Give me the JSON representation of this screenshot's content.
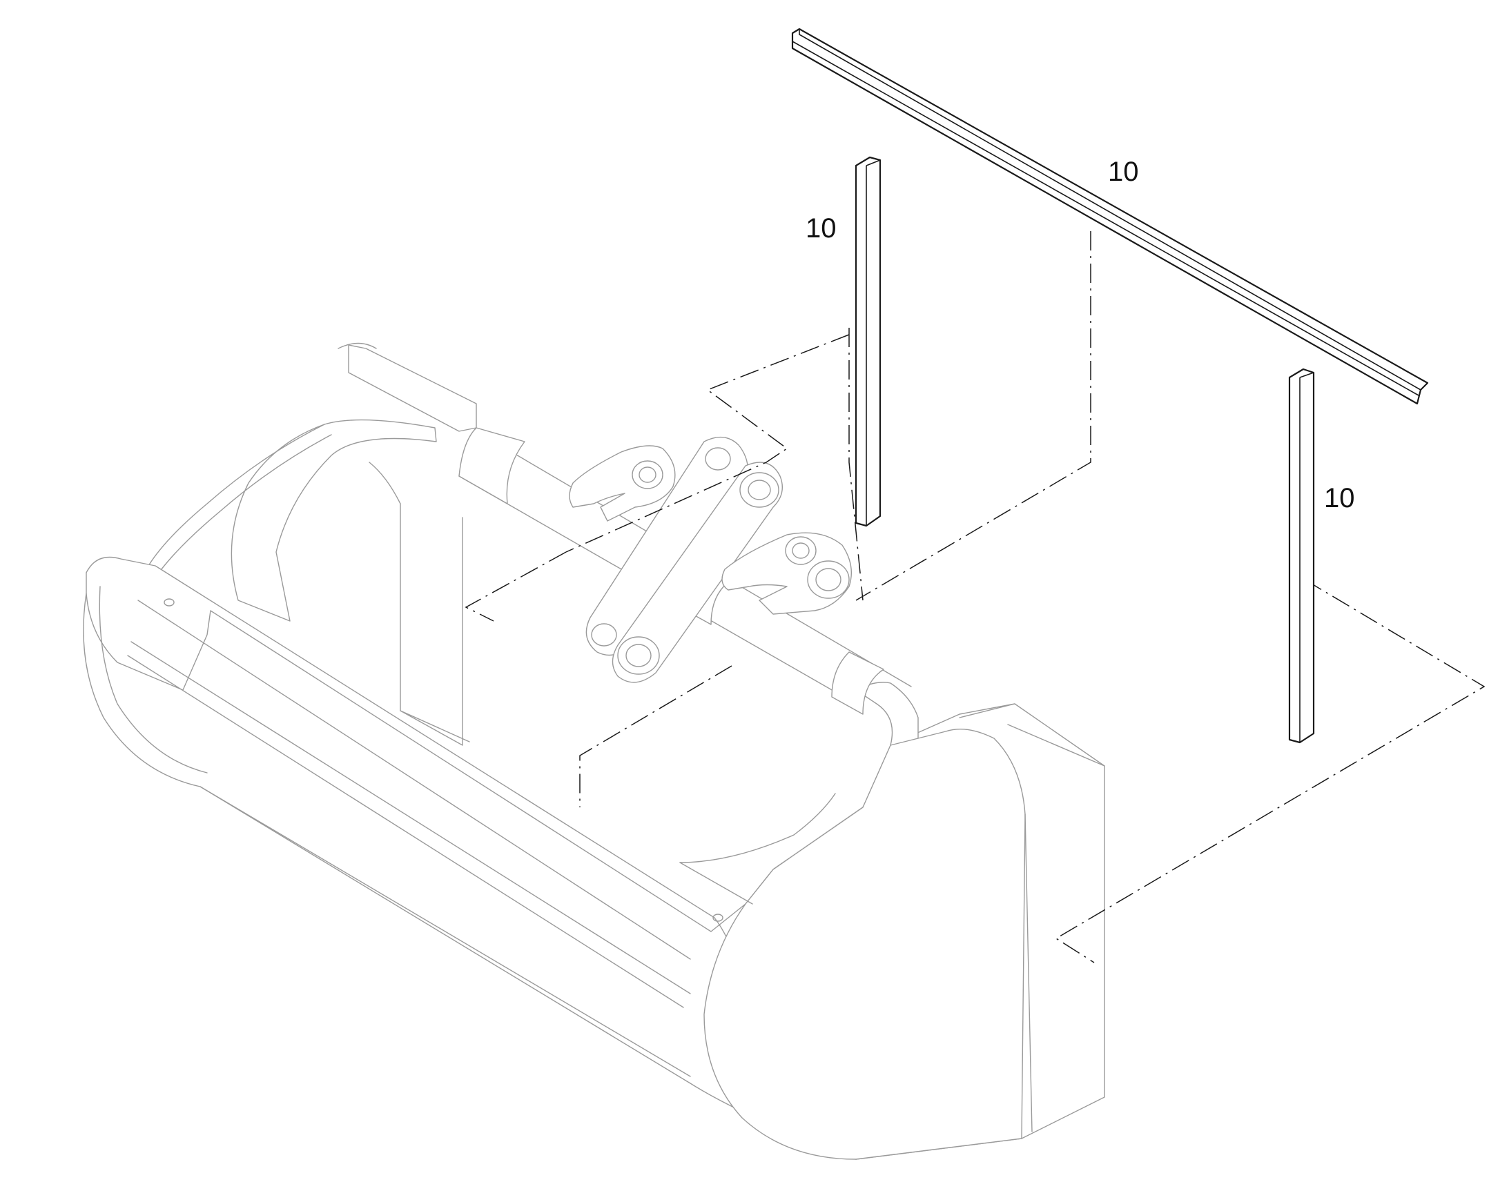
{
  "callouts": [
    {
      "id": "top-strip",
      "label": "10"
    },
    {
      "id": "left-strip",
      "label": "10"
    },
    {
      "id": "right-strip",
      "label": "10"
    }
  ],
  "colors": {
    "part_stroke": "#1a1a1a",
    "ghost_stroke": "#9a9a9a",
    "background": "#ffffff"
  }
}
